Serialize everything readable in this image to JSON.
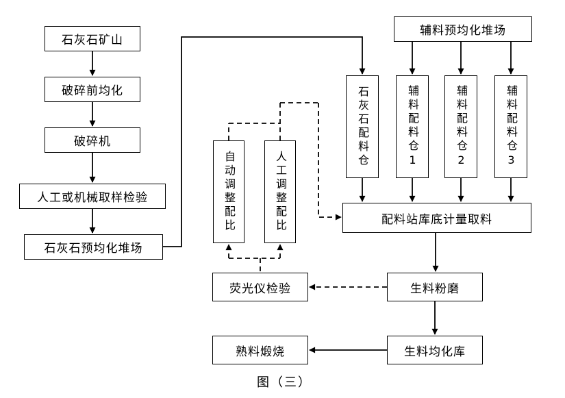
{
  "caption": "图（三）",
  "nodes": {
    "limestone_mine": {
      "label": "石灰石矿山"
    },
    "pre_crush_homogenization": {
      "label": "破碎前均化"
    },
    "crusher": {
      "label": "破碎机"
    },
    "sampling_inspection": {
      "label": "人工或机械取样检验"
    },
    "limestone_prehomo_yard": {
      "label": "石灰石预均化堆场"
    },
    "aux_prehomo_yard": {
      "label": "辅料预均化堆场"
    },
    "limestone_batch_bin": {
      "label": "石灰石配料仓"
    },
    "aux_bin_1": {
      "label": "辅料配料仓1"
    },
    "aux_bin_2": {
      "label": "辅料配料仓2"
    },
    "aux_bin_3": {
      "label": "辅料配料仓3"
    },
    "batching_station": {
      "label": "配料站库底计量取料"
    },
    "raw_grinding": {
      "label": "生料粉磨"
    },
    "raw_homo_silo": {
      "label": "生料均化库"
    },
    "clinker_calcination": {
      "label": "熟料煅烧"
    },
    "fluorescence_inspection": {
      "label": "荧光仪检验"
    },
    "auto_adjust": {
      "label": "自动调整配比"
    },
    "manual_adjust": {
      "label": "人工调整配比"
    }
  },
  "edges": [
    {
      "from": "石灰石矿山",
      "to": "破碎前均化",
      "style": "solid"
    },
    {
      "from": "破碎前均化",
      "to": "破碎机",
      "style": "solid"
    },
    {
      "from": "破碎机",
      "to": "人工或机械取样检验",
      "style": "solid"
    },
    {
      "from": "人工或机械取样检验",
      "to": "石灰石预均化堆场",
      "style": "solid"
    },
    {
      "from": "石灰石预均化堆场",
      "to": "石灰石配料仓",
      "style": "solid"
    },
    {
      "from": "辅料预均化堆场",
      "to": "辅料配料仓1",
      "style": "solid"
    },
    {
      "from": "辅料预均化堆场",
      "to": "辅料配料仓2",
      "style": "solid"
    },
    {
      "from": "辅料预均化堆场",
      "to": "辅料配料仓3",
      "style": "solid"
    },
    {
      "from": "石灰石配料仓",
      "to": "配料站库底计量取料",
      "style": "solid"
    },
    {
      "from": "辅料配料仓1",
      "to": "配料站库底计量取料",
      "style": "solid"
    },
    {
      "from": "辅料配料仓2",
      "to": "配料站库底计量取料",
      "style": "solid"
    },
    {
      "from": "辅料配料仓3",
      "to": "配料站库底计量取料",
      "style": "solid"
    },
    {
      "from": "配料站库底计量取料",
      "to": "生料粉磨",
      "style": "solid"
    },
    {
      "from": "生料粉磨",
      "to": "生料均化库",
      "style": "solid"
    },
    {
      "from": "生料均化库",
      "to": "熟料煅烧",
      "style": "solid"
    },
    {
      "from": "生料粉磨",
      "to": "荧光仪检验",
      "style": "dashed"
    },
    {
      "from": "荧光仪检验",
      "to": "自动调整配比",
      "style": "dashed"
    },
    {
      "from": "荧光仪检验",
      "to": "人工调整配比",
      "style": "dashed"
    },
    {
      "from": "自动调整配比/人工调整配比",
      "to": "配料站库底计量取料",
      "style": "dashed"
    }
  ],
  "colors": {
    "line": "#000000",
    "background": "#ffffff",
    "box_border": "#000000",
    "text": "#000000"
  }
}
